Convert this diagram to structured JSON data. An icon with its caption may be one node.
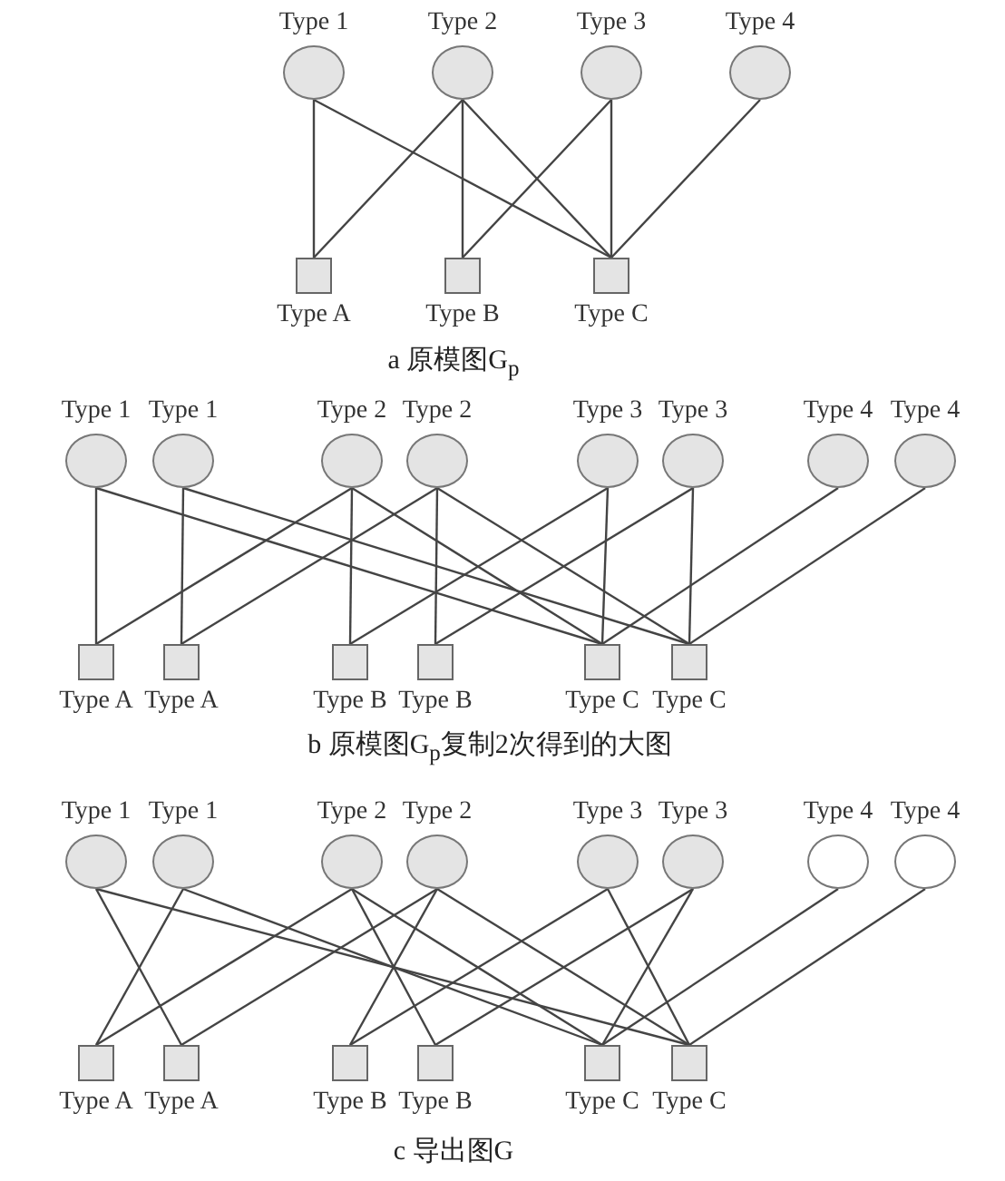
{
  "diagram": {
    "nodes": [
      {
        "text": [
          "Type 1"
        ]
      },
      {
        "text": [
          "Type 2"
        ]
      },
      {
        "text": [
          "Type 3"
        ]
      },
      {
        "text": [
          "Type 4"
        ]
      },
      {
        "text": [
          "Type A"
        ]
      },
      {
        "text": [
          "Type B"
        ]
      },
      {
        "text": [
          "Type C"
        ]
      },
      {
        "text": [
          "Type 1"
        ]
      },
      {
        "text": [
          "Type 1"
        ]
      },
      {
        "text": [
          "Type 2"
        ]
      },
      {
        "text": [
          "Type 2"
        ]
      },
      {
        "text": [
          "Type 3"
        ]
      },
      {
        "text": [
          "Type 3"
        ]
      },
      {
        "text": [
          "Type 4"
        ]
      },
      {
        "text": [
          "Type 4"
        ]
      },
      {
        "text": [
          "Type A"
        ]
      },
      {
        "text": [
          "Type A"
        ]
      },
      {
        "text": [
          "Type B"
        ]
      },
      {
        "text": [
          "Type B"
        ]
      },
      {
        "text": [
          "Type C"
        ]
      },
      {
        "text": [
          "Type C"
        ]
      },
      {
        "text": [
          "Type 1"
        ]
      },
      {
        "text": [
          "Type 1"
        ]
      },
      {
        "text": [
          "Type 2"
        ]
      },
      {
        "text": [
          "Type 2"
        ]
      },
      {
        "text": [
          "Type 3"
        ]
      },
      {
        "text": [
          "Type 3"
        ]
      },
      {
        "text": [
          "Type 4"
        ]
      },
      {
        "text": [
          "Type 4"
        ]
      },
      {
        "text": [
          "Type A"
        ]
      },
      {
        "text": [
          "Type A"
        ]
      },
      {
        "text": [
          "Type B"
        ]
      },
      {
        "text": [
          "Type B"
        ]
      },
      {
        "text": [
          "Type C"
        ]
      },
      {
        "text": [
          "Type C"
        ]
      }
    ],
    "edges": [
      {
        "from": 0,
        "to": 4,
        "arrow": "none"
      },
      {
        "from": 0,
        "to": 6,
        "arrow": "none"
      },
      {
        "from": 1,
        "to": 4,
        "arrow": "none"
      },
      {
        "from": 1,
        "to": 5,
        "arrow": "none"
      },
      {
        "from": 1,
        "to": 6,
        "arrow": "none"
      },
      {
        "from": 2,
        "to": 5,
        "arrow": "none"
      },
      {
        "from": 2,
        "to": 6,
        "arrow": "none"
      },
      {
        "from": 3,
        "to": 6,
        "arrow": "none"
      },
      {
        "from": 7,
        "to": 15,
        "arrow": "none"
      },
      {
        "from": 7,
        "to": 19,
        "arrow": "none"
      },
      {
        "from": 8,
        "to": 16,
        "arrow": "none"
      },
      {
        "from": 8,
        "to": 20,
        "arrow": "none"
      },
      {
        "from": 9,
        "to": 15,
        "arrow": "none"
      },
      {
        "from": 9,
        "to": 17,
        "arrow": "none"
      },
      {
        "from": 9,
        "to": 19,
        "arrow": "none"
      },
      {
        "from": 10,
        "to": 16,
        "arrow": "none"
      },
      {
        "from": 10,
        "to": 18,
        "arrow": "none"
      },
      {
        "from": 10,
        "to": 20,
        "arrow": "none"
      },
      {
        "from": 11,
        "to": 17,
        "arrow": "none"
      },
      {
        "from": 11,
        "to": 19,
        "arrow": "none"
      },
      {
        "from": 12,
        "to": 18,
        "arrow": "none"
      },
      {
        "from": 12,
        "to": 20,
        "arrow": "none"
      },
      {
        "from": 13,
        "to": 19,
        "arrow": "none"
      },
      {
        "from": 14,
        "to": 20,
        "arrow": "none"
      },
      {
        "from": 21,
        "to": 30,
        "arrow": "none"
      },
      {
        "from": 21,
        "to": 34,
        "arrow": "none"
      },
      {
        "from": 22,
        "to": 29,
        "arrow": "none"
      },
      {
        "from": 22,
        "to": 33,
        "arrow": "none"
      },
      {
        "from": 23,
        "to": 29,
        "arrow": "none"
      },
      {
        "from": 23,
        "to": 32,
        "arrow": "none"
      },
      {
        "from": 23,
        "to": 33,
        "arrow": "none"
      },
      {
        "from": 24,
        "to": 30,
        "arrow": "none"
      },
      {
        "from": 24,
        "to": 31,
        "arrow": "none"
      },
      {
        "from": 24,
        "to": 34,
        "arrow": "none"
      },
      {
        "from": 25,
        "to": 31,
        "arrow": "none"
      },
      {
        "from": 25,
        "to": 34,
        "arrow": "none"
      },
      {
        "from": 26,
        "to": 32,
        "arrow": "none"
      },
      {
        "from": 26,
        "to": 33,
        "arrow": "none"
      },
      {
        "from": 27,
        "to": 33,
        "arrow": "none"
      },
      {
        "from": 28,
        "to": 34,
        "arrow": "none"
      }
    ],
    "labels": [
      "a 原模图G$_{p}$",
      "b 原模图G$_{p}$复制2次得到的大图",
      "c 导出图G"
    ]
  }
}
